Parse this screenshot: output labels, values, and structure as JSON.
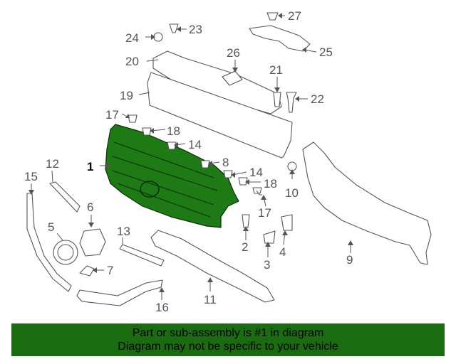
{
  "callouts": {
    "c1": "1",
    "c2": "2",
    "c3": "3",
    "c4": "4",
    "c5": "5",
    "c6": "6",
    "c7": "7",
    "c8": "8",
    "c9": "9",
    "c10": "10",
    "c11": "11",
    "c12": "12",
    "c13": "13",
    "c14a": "14",
    "c14b": "14",
    "c15": "15",
    "c16": "16",
    "c17a": "17",
    "c17b": "17",
    "c18a": "18",
    "c18b": "18",
    "c19": "19",
    "c20": "20",
    "c21": "21",
    "c22": "22",
    "c23": "23",
    "c24": "24",
    "c25": "25",
    "c26": "26",
    "c27": "27"
  },
  "banner": {
    "line1": "Part or sub-assembly is #1 in diagram",
    "line2": "Diagram may not be specific to your vehicle"
  },
  "colors": {
    "highlight": "#1e7a14",
    "banner": "#1b6b10",
    "line": "#555555"
  }
}
